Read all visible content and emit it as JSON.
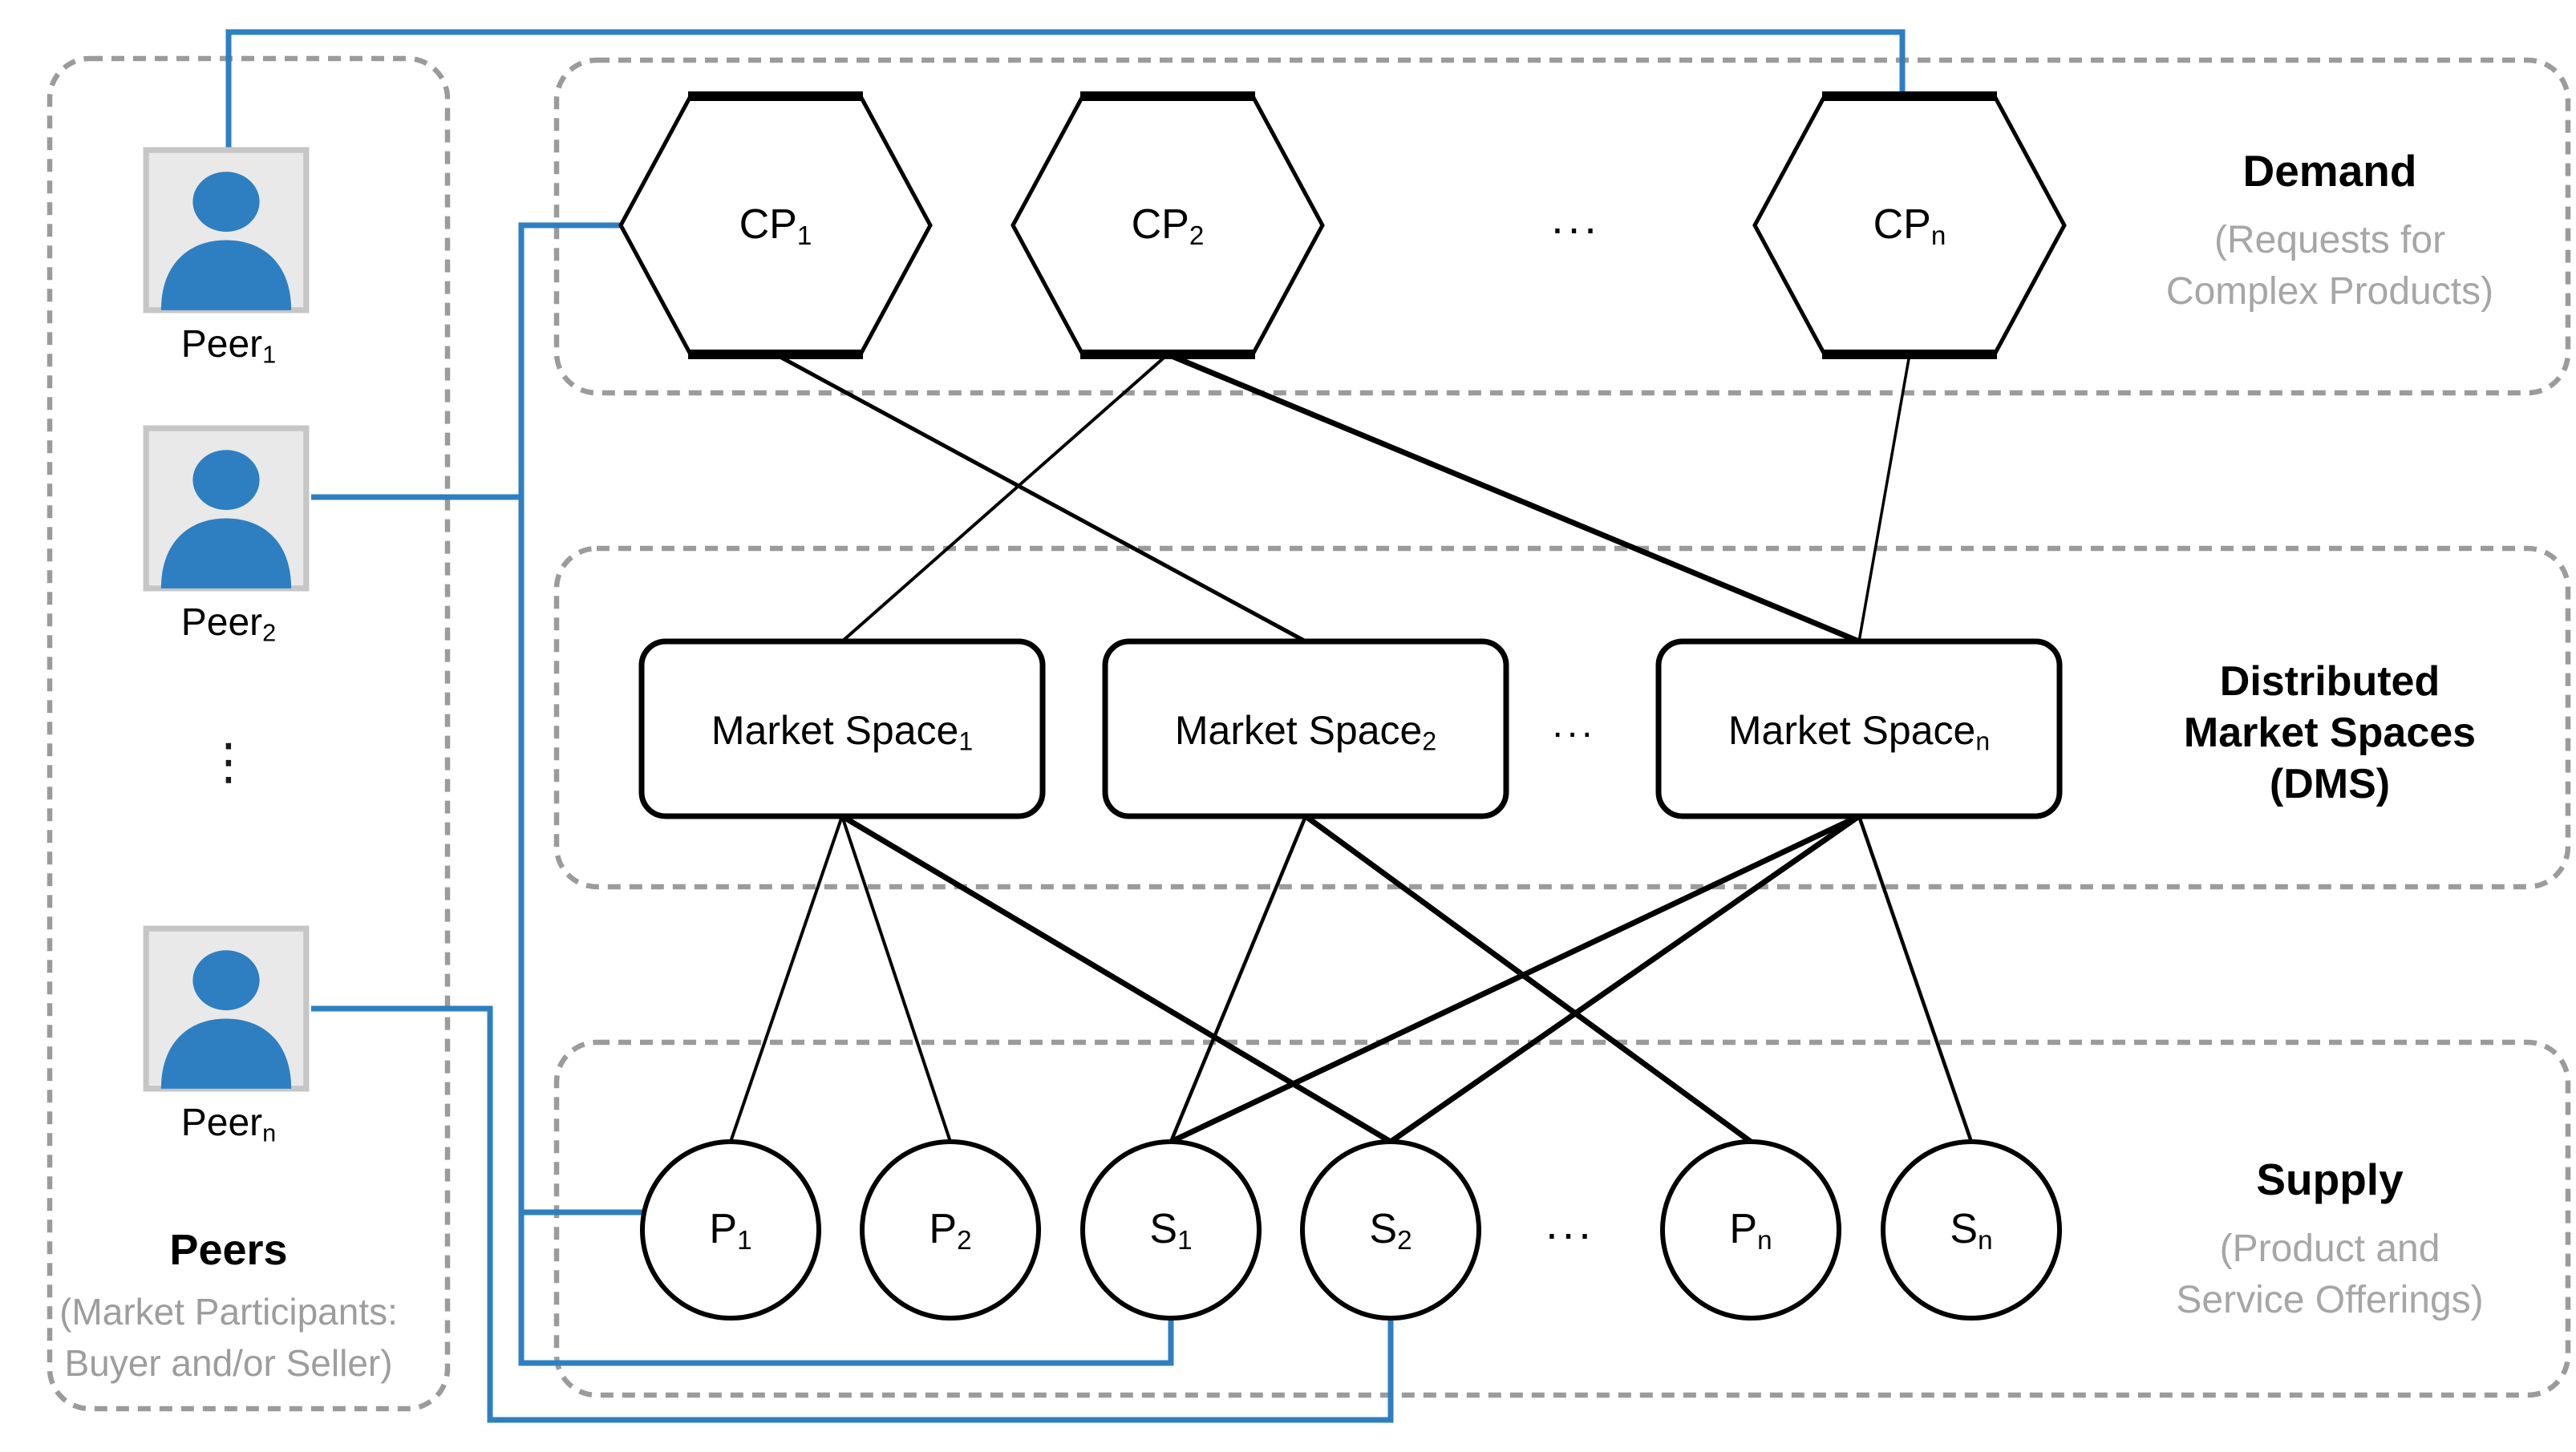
{
  "colors": {
    "accent_blue": "#2d7fc1",
    "line_black": "#000000",
    "muted_text_gray": "#a6a6a6",
    "dashed_border_gray": "#9b9b9b",
    "icon_background": "#e9e9e9",
    "icon_border": "#c6c6c6"
  },
  "peers_panel": {
    "items": [
      {
        "base": "Peer",
        "sub": "1"
      },
      {
        "base": "Peer",
        "sub": "2"
      },
      {
        "base": "Peer",
        "sub": "n"
      }
    ],
    "vertical_ellipsis": "⋮",
    "title": "Peers",
    "subtitle_line1": "(Market Participants:",
    "subtitle_line2": "Buyer and/or Seller)"
  },
  "demand_band": {
    "nodes": [
      {
        "base": "CP",
        "sub": "1"
      },
      {
        "base": "CP",
        "sub": "2"
      },
      {
        "base": "CP",
        "sub": "n"
      }
    ],
    "ellipsis": "...",
    "title": "Demand",
    "subtitle_line1": "(Requests for",
    "subtitle_line2": "Complex Products)"
  },
  "dms_band": {
    "nodes": [
      {
        "base": "Market Space",
        "sub": "1"
      },
      {
        "base": "Market Space",
        "sub": "2"
      },
      {
        "base": "Market Space",
        "sub": "n"
      }
    ],
    "ellipsis": "...",
    "title_line1": "Distributed",
    "title_line2": "Market Spaces",
    "title_line3": "(DMS)"
  },
  "supply_band": {
    "nodes": [
      {
        "base": "P",
        "sub": "1"
      },
      {
        "base": "P",
        "sub": "2"
      },
      {
        "base": "S",
        "sub": "1"
      },
      {
        "base": "S",
        "sub": "2"
      },
      {
        "base": "P",
        "sub": "n"
      },
      {
        "base": "S",
        "sub": "n"
      }
    ],
    "ellipsis": "...",
    "title": "Supply",
    "subtitle_line1": "(Product and",
    "subtitle_line2": "Service Offerings)"
  },
  "connections": {
    "demand_to_dms": [
      [
        "CP1",
        "MS2",
        5
      ],
      [
        "CP2",
        "MS1",
        4
      ],
      [
        "CP2",
        "MSn",
        7
      ],
      [
        "CPn",
        "MSn",
        3.5
      ]
    ],
    "dms_to_supply": [
      [
        "MS1",
        "P1",
        4
      ],
      [
        "MS1",
        "P2",
        4
      ],
      [
        "MS1",
        "S2",
        7
      ],
      [
        "MS2",
        "S1",
        4.5
      ],
      [
        "MS2",
        "Pn",
        7
      ],
      [
        "MSn",
        "S1",
        7
      ],
      [
        "MSn",
        "S2",
        7
      ],
      [
        "MSn",
        "Sn",
        4.5
      ]
    ],
    "peer_links": [
      [
        "Peer1",
        "CPn"
      ],
      [
        "Peer2",
        "CP1"
      ],
      [
        "Peer2",
        "P1"
      ],
      [
        "Peer2",
        "S1"
      ],
      [
        "Peern",
        "S2"
      ]
    ]
  }
}
